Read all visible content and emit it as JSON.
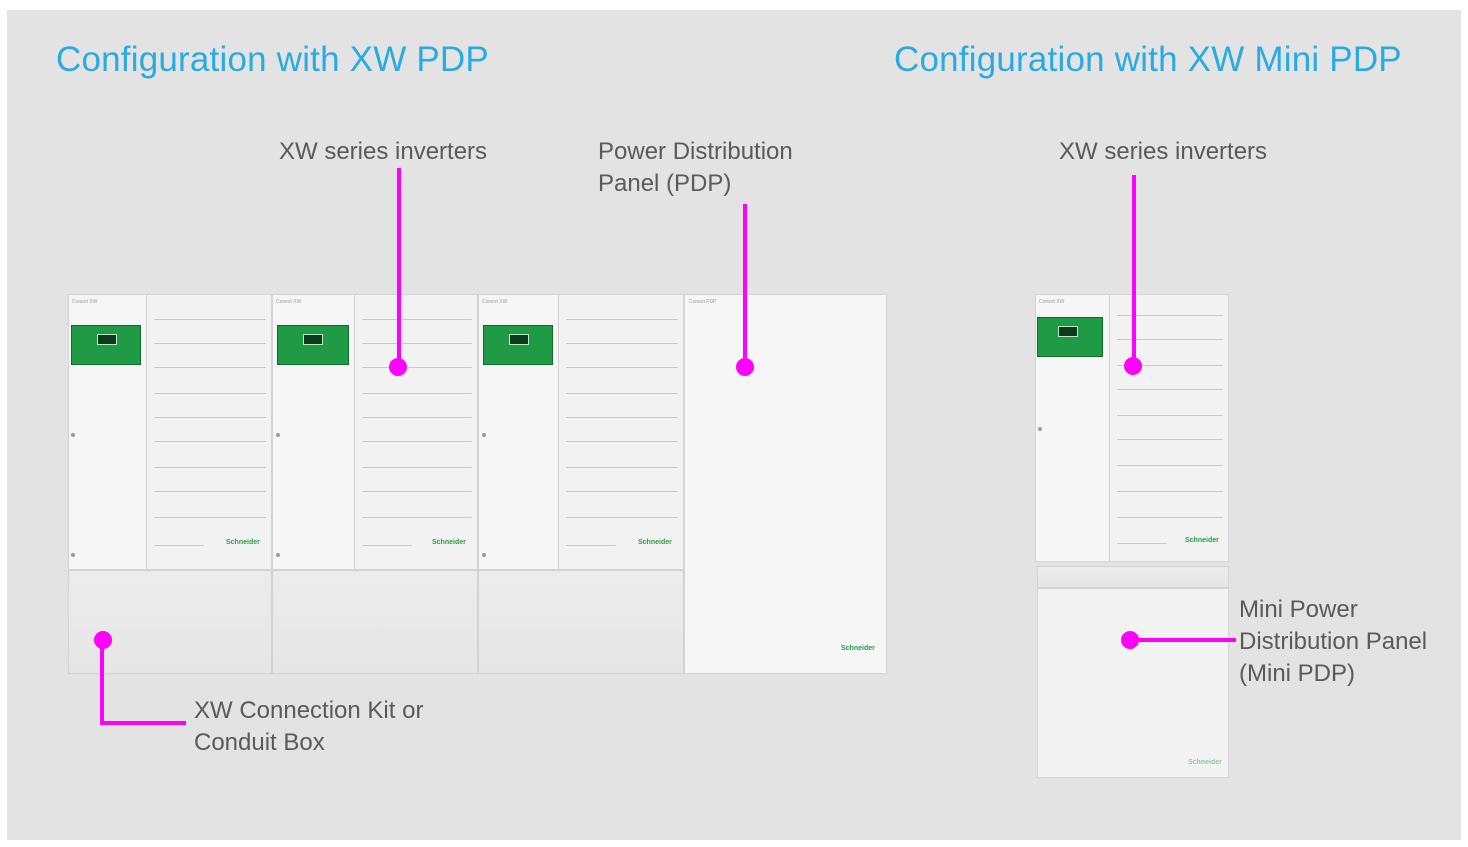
{
  "headings": {
    "left": "Configuration with XW PDP",
    "right": "Configuration with XW Mini PDP"
  },
  "callouts": {
    "left_inverters": "XW series inverters",
    "pdp_line1": "Power Distribution",
    "pdp_line2": "Panel (PDP)",
    "connection_line1": "XW Connection Kit or",
    "connection_line2": "Conduit Box",
    "right_inverters": "XW series inverters",
    "mini_line1": "Mini Power",
    "mini_line2": "Distribution Panel",
    "mini_line3": "(Mini PDP)"
  },
  "product_text": {
    "brand": "Schneider",
    "inverter_model": "Conext XW",
    "pdp_model": "Conext PDP"
  },
  "colors": {
    "heading": "#29abe2",
    "callout": "#ff00ff",
    "background": "#e3e3e3",
    "control_panel": "#1f9a45"
  }
}
